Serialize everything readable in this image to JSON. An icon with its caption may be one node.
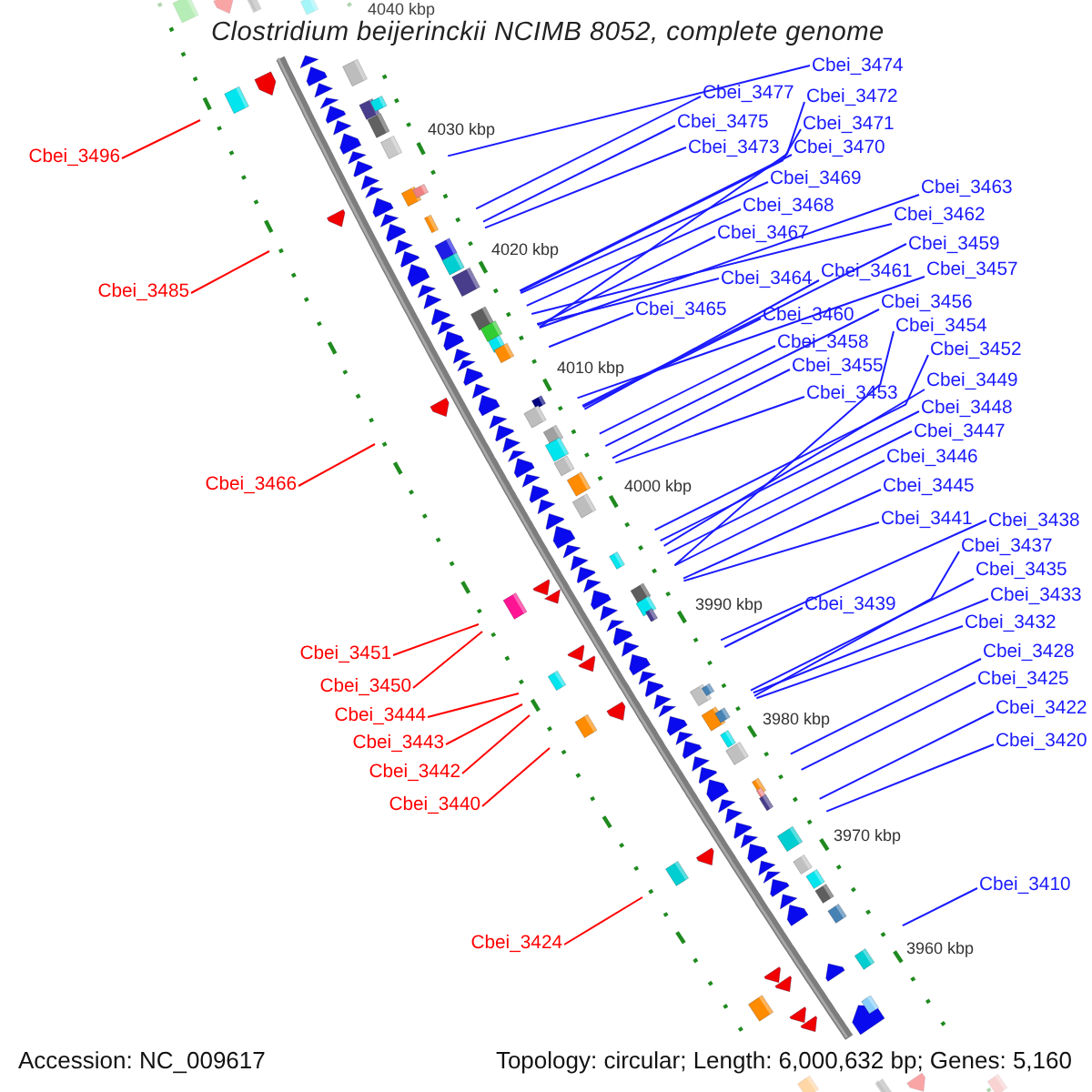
{
  "diagram": {
    "title": "Clostridium beijerinckii NCIMB 8052, complete genome",
    "nodes": [
      {
        "text": [
          "Cbei_3474"
        ]
      },
      {
        "text": [
          "Cbei_3477"
        ]
      },
      {
        "text": [
          "Cbei_3472"
        ]
      },
      {
        "text": [
          "Cbei_3475"
        ]
      },
      {
        "text": [
          "Cbei_3471"
        ]
      },
      {
        "text": [
          "Cbei_3473"
        ]
      },
      {
        "text": [
          "Cbei_3470"
        ]
      },
      {
        "text": [
          "Cbei_3496"
        ]
      },
      {
        "text": [
          "Cbei_3469"
        ]
      },
      {
        "text": [
          "Cbei_3463"
        ]
      },
      {
        "text": [
          "Cbei_3468"
        ]
      },
      {
        "text": [
          "Cbei_3462"
        ]
      },
      {
        "text": [
          "Cbei_3467"
        ]
      },
      {
        "text": [
          "Cbei_3459"
        ]
      },
      {
        "text": [
          "Cbei_3457"
        ]
      },
      {
        "text": [
          "Cbei_3461"
        ]
      },
      {
        "text": [
          "Cbei_3464"
        ]
      },
      {
        "text": [
          "Cbei_3485"
        ]
      },
      {
        "text": [
          "Cbei_3456"
        ]
      },
      {
        "text": [
          "Cbei_3465"
        ]
      },
      {
        "text": [
          "Cbei_3460"
        ]
      },
      {
        "text": [
          "Cbei_3454"
        ]
      },
      {
        "text": [
          "Cbei_3458"
        ]
      },
      {
        "text": [
          "Cbei_3452"
        ]
      },
      {
        "text": [
          "Cbei_3455"
        ]
      },
      {
        "text": [
          "Cbei_3449"
        ]
      },
      {
        "text": [
          "Cbei_3453"
        ]
      },
      {
        "text": [
          "Cbei_3448"
        ]
      },
      {
        "text": [
          "Cbei_3447"
        ]
      },
      {
        "text": [
          "Cbei_3446"
        ]
      },
      {
        "text": [
          "Cbei_3466"
        ]
      },
      {
        "text": [
          "Cbei_3445"
        ]
      },
      {
        "text": [
          "Cbei_3441"
        ]
      },
      {
        "text": [
          "Cbei_3438"
        ]
      },
      {
        "text": [
          "Cbei_3437"
        ]
      },
      {
        "text": [
          "Cbei_3435"
        ]
      },
      {
        "text": [
          "Cbei_3433"
        ]
      },
      {
        "text": [
          "Cbei_3439"
        ]
      },
      {
        "text": [
          "Cbei_3432"
        ]
      },
      {
        "text": [
          "Cbei_3428"
        ]
      },
      {
        "text": [
          "Cbei_3451"
        ]
      },
      {
        "text": [
          "Cbei_3425"
        ]
      },
      {
        "text": [
          "Cbei_3450"
        ]
      },
      {
        "text": [
          "Cbei_3422"
        ]
      },
      {
        "text": [
          "Cbei_3444"
        ]
      },
      {
        "text": [
          "Cbei_3420"
        ]
      },
      {
        "text": [
          "Cbei_3443"
        ]
      },
      {
        "text": [
          "Cbei_3442"
        ]
      },
      {
        "text": [
          "Cbei_3440"
        ]
      },
      {
        "text": [
          "Cbei_3410"
        ]
      },
      {
        "text": [
          "Cbei_3424"
        ]
      }
    ],
    "edges": [
      {
        "from": 0,
        "to": null,
        "arrow": "none"
      },
      {
        "from": 1,
        "to": null,
        "arrow": "none"
      },
      {
        "from": 2,
        "to": null,
        "arrow": "none"
      },
      {
        "from": 3,
        "to": null,
        "arrow": "none"
      },
      {
        "from": 4,
        "to": null,
        "arrow": "none"
      },
      {
        "from": 5,
        "to": null,
        "arrow": "none"
      },
      {
        "from": 6,
        "to": null,
        "arrow": "none"
      },
      {
        "from": 7,
        "to": null,
        "arrow": "none",
        "color": "#ff0000"
      },
      {
        "from": 8,
        "to": null,
        "arrow": "none"
      },
      {
        "from": 9,
        "to": null,
        "arrow": "none"
      },
      {
        "from": 10,
        "to": null,
        "arrow": "none"
      },
      {
        "from": 11,
        "to": null,
        "arrow": "none"
      },
      {
        "from": 12,
        "to": null,
        "arrow": "none"
      },
      {
        "from": 13,
        "to": null,
        "arrow": "none"
      },
      {
        "from": 14,
        "to": null,
        "arrow": "none"
      },
      {
        "from": 15,
        "to": null,
        "arrow": "none"
      },
      {
        "from": 16,
        "to": null,
        "arrow": "none"
      },
      {
        "from": 17,
        "to": null,
        "arrow": "none",
        "color": "#ff0000"
      },
      {
        "from": 18,
        "to": null,
        "arrow": "none"
      },
      {
        "from": 19,
        "to": null,
        "arrow": "none"
      },
      {
        "from": 20,
        "to": null,
        "arrow": "none"
      },
      {
        "from": 21,
        "to": null,
        "arrow": "none"
      },
      {
        "from": 22,
        "to": null,
        "arrow": "none"
      },
      {
        "from": 23,
        "to": null,
        "arrow": "none"
      },
      {
        "from": 24,
        "to": null,
        "arrow": "none"
      },
      {
        "from": 25,
        "to": null,
        "arrow": "none"
      },
      {
        "from": 26,
        "to": null,
        "arrow": "none"
      },
      {
        "from": 27,
        "to": null,
        "arrow": "none"
      },
      {
        "from": 28,
        "to": null,
        "arrow": "none"
      },
      {
        "from": 29,
        "to": null,
        "arrow": "none"
      },
      {
        "from": 30,
        "to": null,
        "arrow": "none",
        "color": "#ff0000"
      },
      {
        "from": 31,
        "to": null,
        "arrow": "none"
      },
      {
        "from": 32,
        "to": null,
        "arrow": "none"
      },
      {
        "from": 33,
        "to": null,
        "arrow": "none"
      },
      {
        "from": 34,
        "to": null,
        "arrow": "none"
      },
      {
        "from": 35,
        "to": null,
        "arrow": "none"
      },
      {
        "from": 36,
        "to": null,
        "arrow": "none"
      },
      {
        "from": 37,
        "to": null,
        "arrow": "none"
      },
      {
        "from": 38,
        "to": null,
        "arrow": "none"
      },
      {
        "from": 39,
        "to": null,
        "arrow": "none"
      },
      {
        "from": 40,
        "to": null,
        "arrow": "none",
        "color": "#ff0000"
      },
      {
        "from": 41,
        "to": null,
        "arrow": "none"
      },
      {
        "from": 42,
        "to": null,
        "arrow": "none",
        "color": "#ff0000"
      },
      {
        "from": 43,
        "to": null,
        "arrow": "none"
      },
      {
        "from": 44,
        "to": null,
        "arrow": "none",
        "color": "#ff0000"
      },
      {
        "from": 45,
        "to": null,
        "arrow": "none"
      },
      {
        "from": 46,
        "to": null,
        "arrow": "none",
        "color": "#ff0000"
      },
      {
        "from": 47,
        "to": null,
        "arrow": "none",
        "color": "#ff0000"
      },
      {
        "from": 48,
        "to": null,
        "arrow": "none",
        "color": "#ff0000"
      },
      {
        "from": 49,
        "to": null,
        "arrow": "none"
      },
      {
        "from": 50,
        "to": null,
        "arrow": "none",
        "color": "#ff0000"
      }
    ],
    "labels": [
      "4040 kbp",
      "4030 kbp",
      "4020 kbp",
      "4010 kbp",
      "4000 kbp",
      "3990 kbp",
      "3980 kbp",
      "3970 kbp",
      "3960 kbp",
      "Accession: NC_009617",
      "Topology: circular; Length: 6,000,632 bp; Genes: 5,160"
    ]
  }
}
